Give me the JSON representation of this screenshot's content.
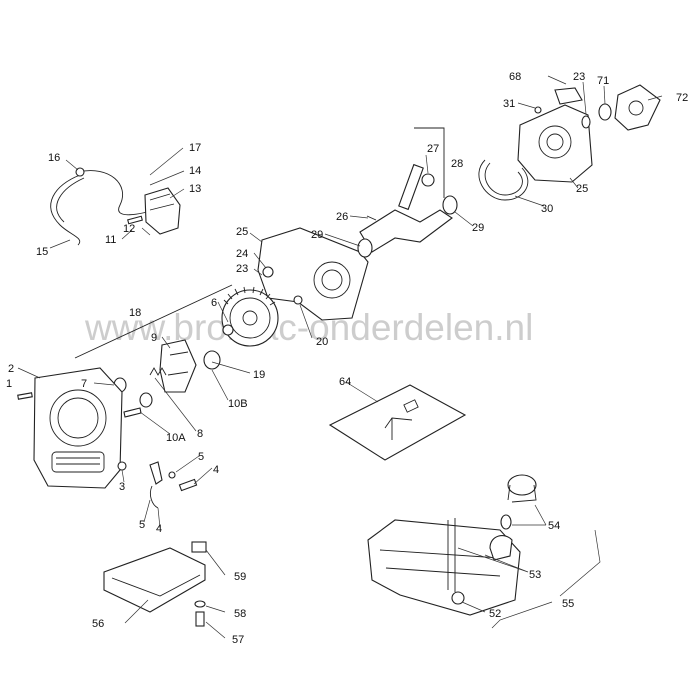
{
  "watermark": "www.bromac-onderdelen.nl",
  "labels": [
    {
      "id": "68",
      "text": "68"
    },
    {
      "id": "23a",
      "text": "23"
    },
    {
      "id": "71",
      "text": "71"
    },
    {
      "id": "72",
      "text": "72"
    },
    {
      "id": "31",
      "text": "31"
    },
    {
      "id": "27",
      "text": "27"
    },
    {
      "id": "28",
      "text": "28"
    },
    {
      "id": "25a",
      "text": "25"
    },
    {
      "id": "30",
      "text": "30"
    },
    {
      "id": "16",
      "text": "16"
    },
    {
      "id": "17",
      "text": "17"
    },
    {
      "id": "14",
      "text": "14"
    },
    {
      "id": "13",
      "text": "13"
    },
    {
      "id": "26",
      "text": "26"
    },
    {
      "id": "29a",
      "text": "29"
    },
    {
      "id": "29b",
      "text": "29"
    },
    {
      "id": "12",
      "text": "12"
    },
    {
      "id": "11",
      "text": "11"
    },
    {
      "id": "15",
      "text": "15"
    },
    {
      "id": "25b",
      "text": "25"
    },
    {
      "id": "24",
      "text": "24"
    },
    {
      "id": "23b",
      "text": "23"
    },
    {
      "id": "18",
      "text": "18"
    },
    {
      "id": "6",
      "text": "6"
    },
    {
      "id": "9",
      "text": "9"
    },
    {
      "id": "20",
      "text": "20"
    },
    {
      "id": "19",
      "text": "19"
    },
    {
      "id": "2",
      "text": "2"
    },
    {
      "id": "1",
      "text": "1"
    },
    {
      "id": "7",
      "text": "7"
    },
    {
      "id": "10B",
      "text": "10B"
    },
    {
      "id": "10A",
      "text": "10A"
    },
    {
      "id": "8",
      "text": "8"
    },
    {
      "id": "64",
      "text": "64"
    },
    {
      "id": "5a",
      "text": "5"
    },
    {
      "id": "4a",
      "text": "4"
    },
    {
      "id": "3",
      "text": "3"
    },
    {
      "id": "5b",
      "text": "5"
    },
    {
      "id": "4b",
      "text": "4"
    },
    {
      "id": "54",
      "text": "54"
    },
    {
      "id": "53",
      "text": "53"
    },
    {
      "id": "59",
      "text": "59"
    },
    {
      "id": "55",
      "text": "55"
    },
    {
      "id": "56",
      "text": "56"
    },
    {
      "id": "58",
      "text": "58"
    },
    {
      "id": "52",
      "text": "52"
    },
    {
      "id": "57",
      "text": "57"
    }
  ]
}
